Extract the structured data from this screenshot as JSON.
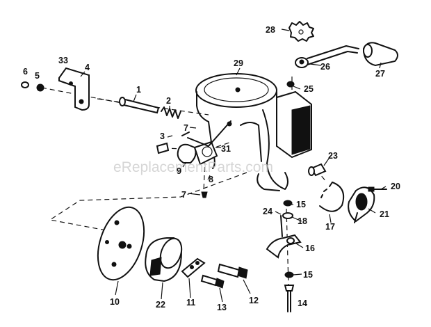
{
  "watermark": "eReplacementParts.com",
  "labels": [
    "1",
    "2",
    "3",
    "4",
    "5",
    "6",
    "7",
    "7",
    "7",
    "8",
    "9",
    "10",
    "11",
    "12",
    "13",
    "14",
    "15",
    "15",
    "16",
    "17",
    "18",
    "20",
    "21",
    "22",
    "23",
    "24",
    "25",
    "26",
    "27",
    "28",
    "29",
    "31",
    "33"
  ]
}
